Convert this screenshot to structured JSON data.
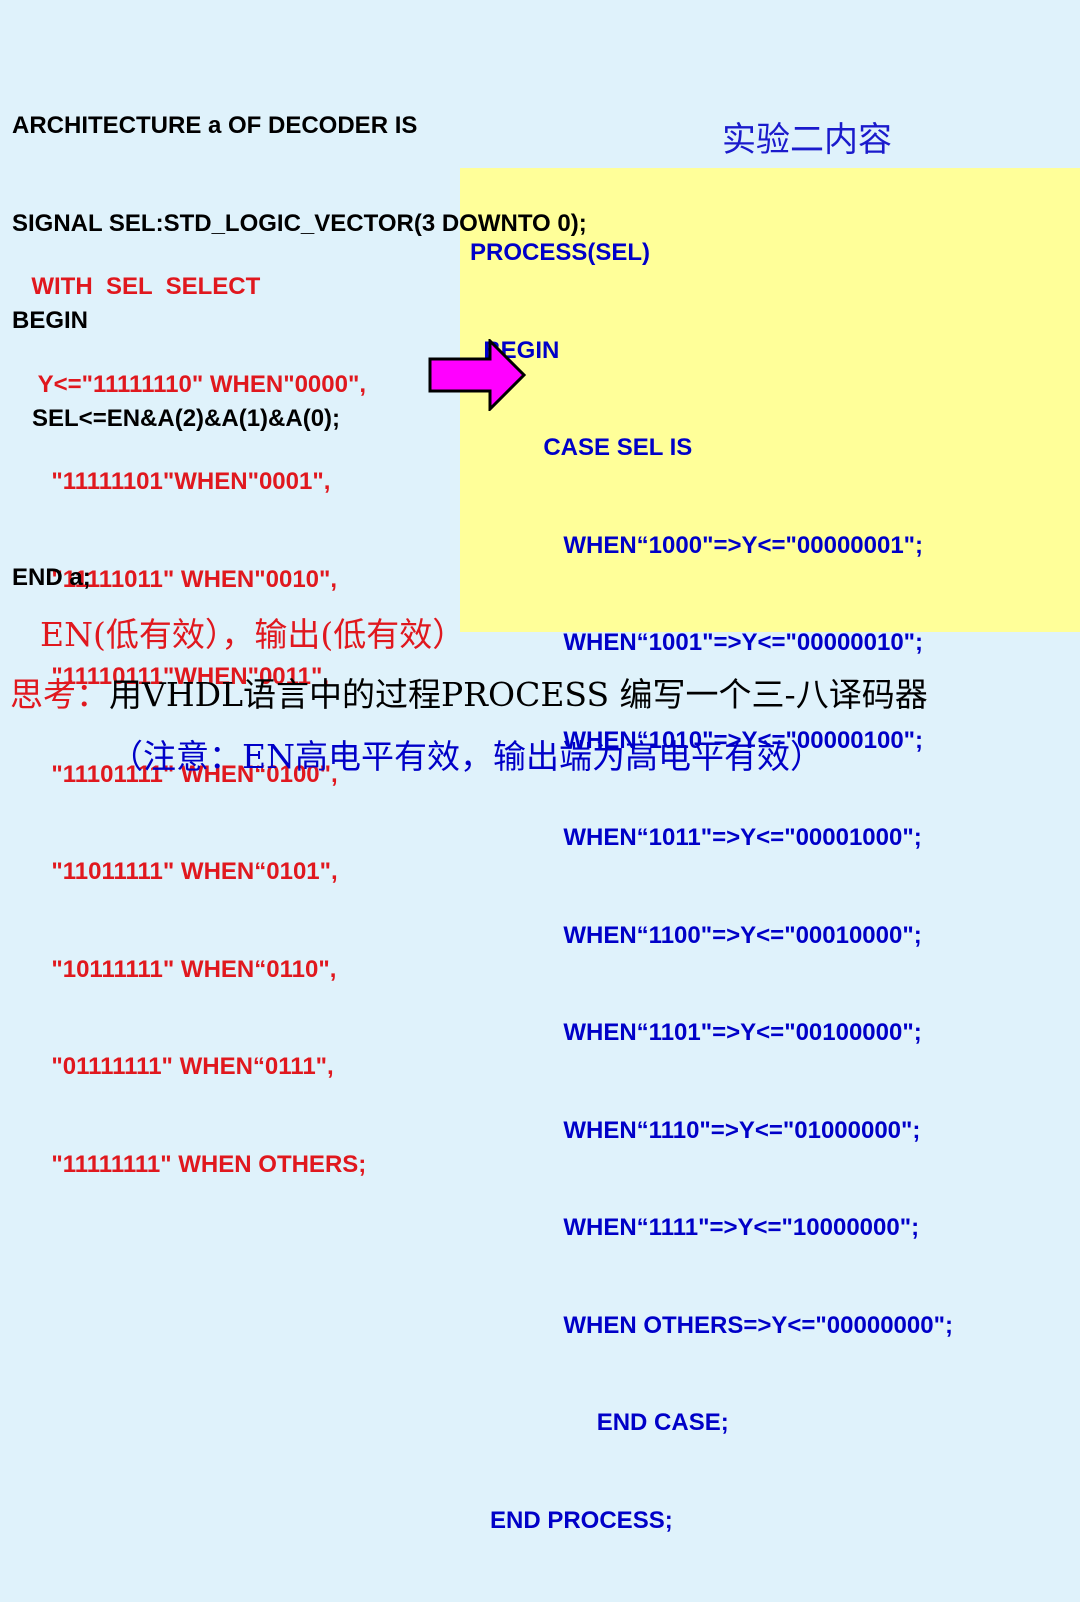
{
  "architecture_block": [
    "ARCHITECTURE a OF DECODER IS",
    "SIGNAL SEL:STD_LOGIC_VECTOR(3 DOWNTO 0);",
    "BEGIN",
    "   SEL<=EN&A(2)&A(1)&A(0);"
  ],
  "with_select_block": [
    "  WITH  SEL  SELECT",
    "   Y<=\"11111110\" WHEN\"0000\",",
    "     \"11111101\"WHEN\"0001\",",
    "     \"11111011\" WHEN\"0010\",",
    "     \"11110111\"WHEN\"0011\",",
    "     \"11101111\" WHEN“0100\",",
    "     \"11011111\" WHEN“0101\",",
    "     \"10111111\" WHEN“0110\",",
    "     \"01111111\" WHEN“0111\",",
    "     \"11111111\" WHEN OTHERS;"
  ],
  "end_label": "END a;",
  "title_cn": "实验二内容",
  "process_block": [
    "PROCESS(SEL)",
    "  BEGIN",
    "           CASE SEL IS",
    "              WHEN“1000\"=>Y<=\"00000001\";",
    "              WHEN“1001\"=>Y<=\"00000010\";",
    "              WHEN“1010\"=>Y<=\"00000100\";",
    "              WHEN“1011\"=>Y<=\"00001000\";",
    "              WHEN“1100\"=>Y<=\"00010000\";",
    "              WHEN“1101\"=>Y<=\"00100000\";",
    "              WHEN“1110\"=>Y<=\"01000000\";",
    "              WHEN“1111\"=>Y<=\"10000000\";",
    "              WHEN OTHERS=>Y<=\"00000000\";",
    "                   END CASE;",
    "   END PROCESS;"
  ],
  "note_en_low": "EN(低有效），输出(低有效）",
  "think_prefix": "思考：",
  "think_text": "用VHDL语言中的过程PROCESS 编写一个三-八译码器",
  "think_note": "（注意：EN高电平有效，输出端为高电平有效）",
  "colors": {
    "background": "#dff2fb",
    "highlight_box": "#ffff99",
    "code_black": "#000000",
    "code_red": "#e0181e",
    "code_blue": "#0000c8",
    "arrow_fill": "#ff00ff"
  },
  "icons": [
    "right-arrow-icon"
  ]
}
